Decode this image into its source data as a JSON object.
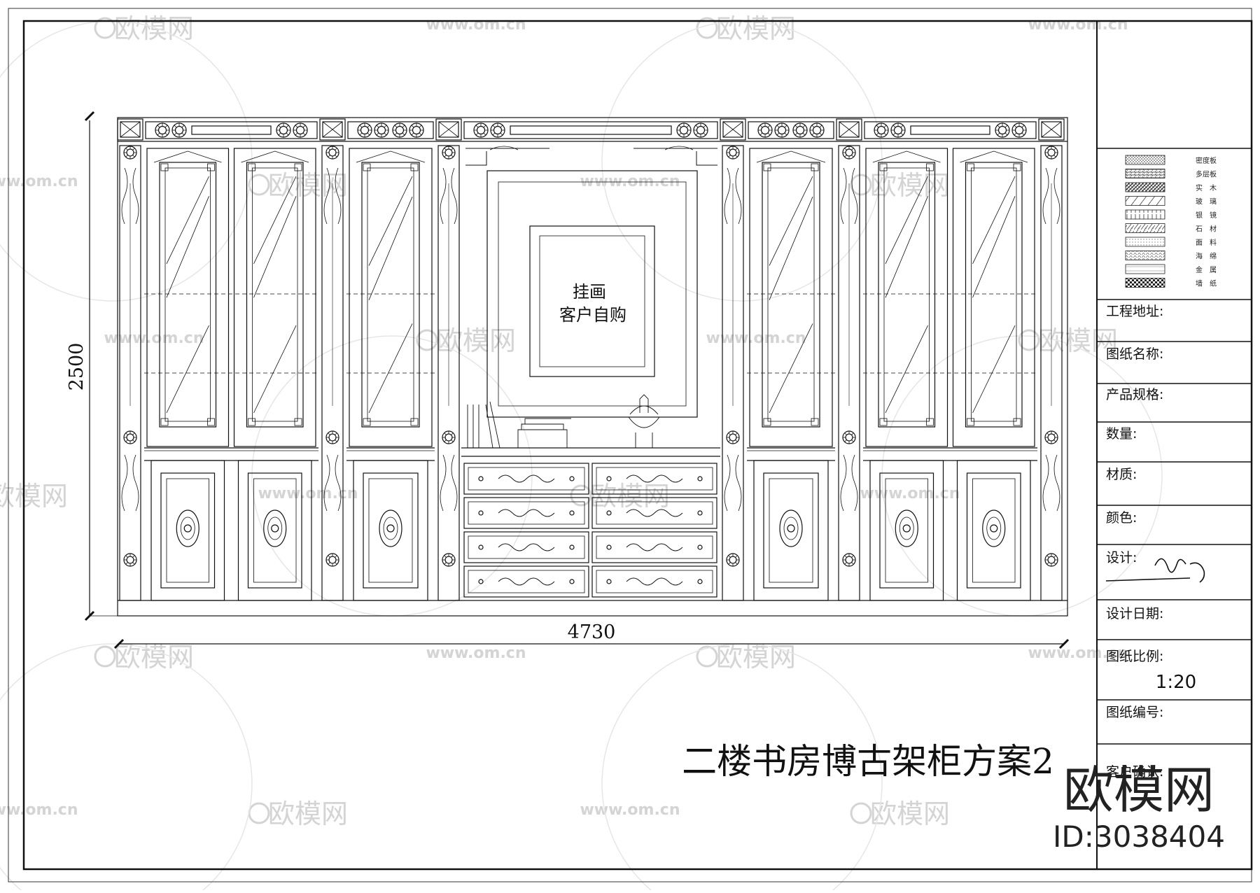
{
  "drawing": {
    "title": "二楼书房博古架柜方案2",
    "painting_note_line1": "挂画",
    "painting_note_line2": "客户自购",
    "dim_width": "4730",
    "dim_height": "2500"
  },
  "legend": [
    {
      "name": "密度板",
      "pattern": "dense"
    },
    {
      "name": "多层板",
      "pattern": "layer"
    },
    {
      "name": "实　木",
      "pattern": "wood"
    },
    {
      "name": "玻　璃",
      "pattern": "glass"
    },
    {
      "name": "银　镜",
      "pattern": "mirror"
    },
    {
      "name": "石　材",
      "pattern": "stone"
    },
    {
      "name": "面　料",
      "pattern": "fabric"
    },
    {
      "name": "海　绵",
      "pattern": "sponge"
    },
    {
      "name": "金　属",
      "pattern": "metal"
    },
    {
      "name": "墙　纸",
      "pattern": "paper"
    }
  ],
  "title_block": {
    "project_address": "工程地址:",
    "drawing_name": "图纸名称:",
    "product_spec": "产品规格:",
    "quantity": "数量:",
    "material": "材质:",
    "color": "颜色:",
    "designer": "设计:",
    "design_date": "设计日期:",
    "scale_label": "图纸比例:",
    "scale_value": "1:20",
    "drawing_number": "图纸编号:",
    "client_confirm": "客户确认:"
  },
  "watermark": {
    "brand": "欧模网",
    "url": "www.om.cn",
    "id_text": "ID:3038404"
  },
  "colors": {
    "ink": "#111111",
    "watermark": "#d4d4d4",
    "watermark_dark": "#222222"
  }
}
